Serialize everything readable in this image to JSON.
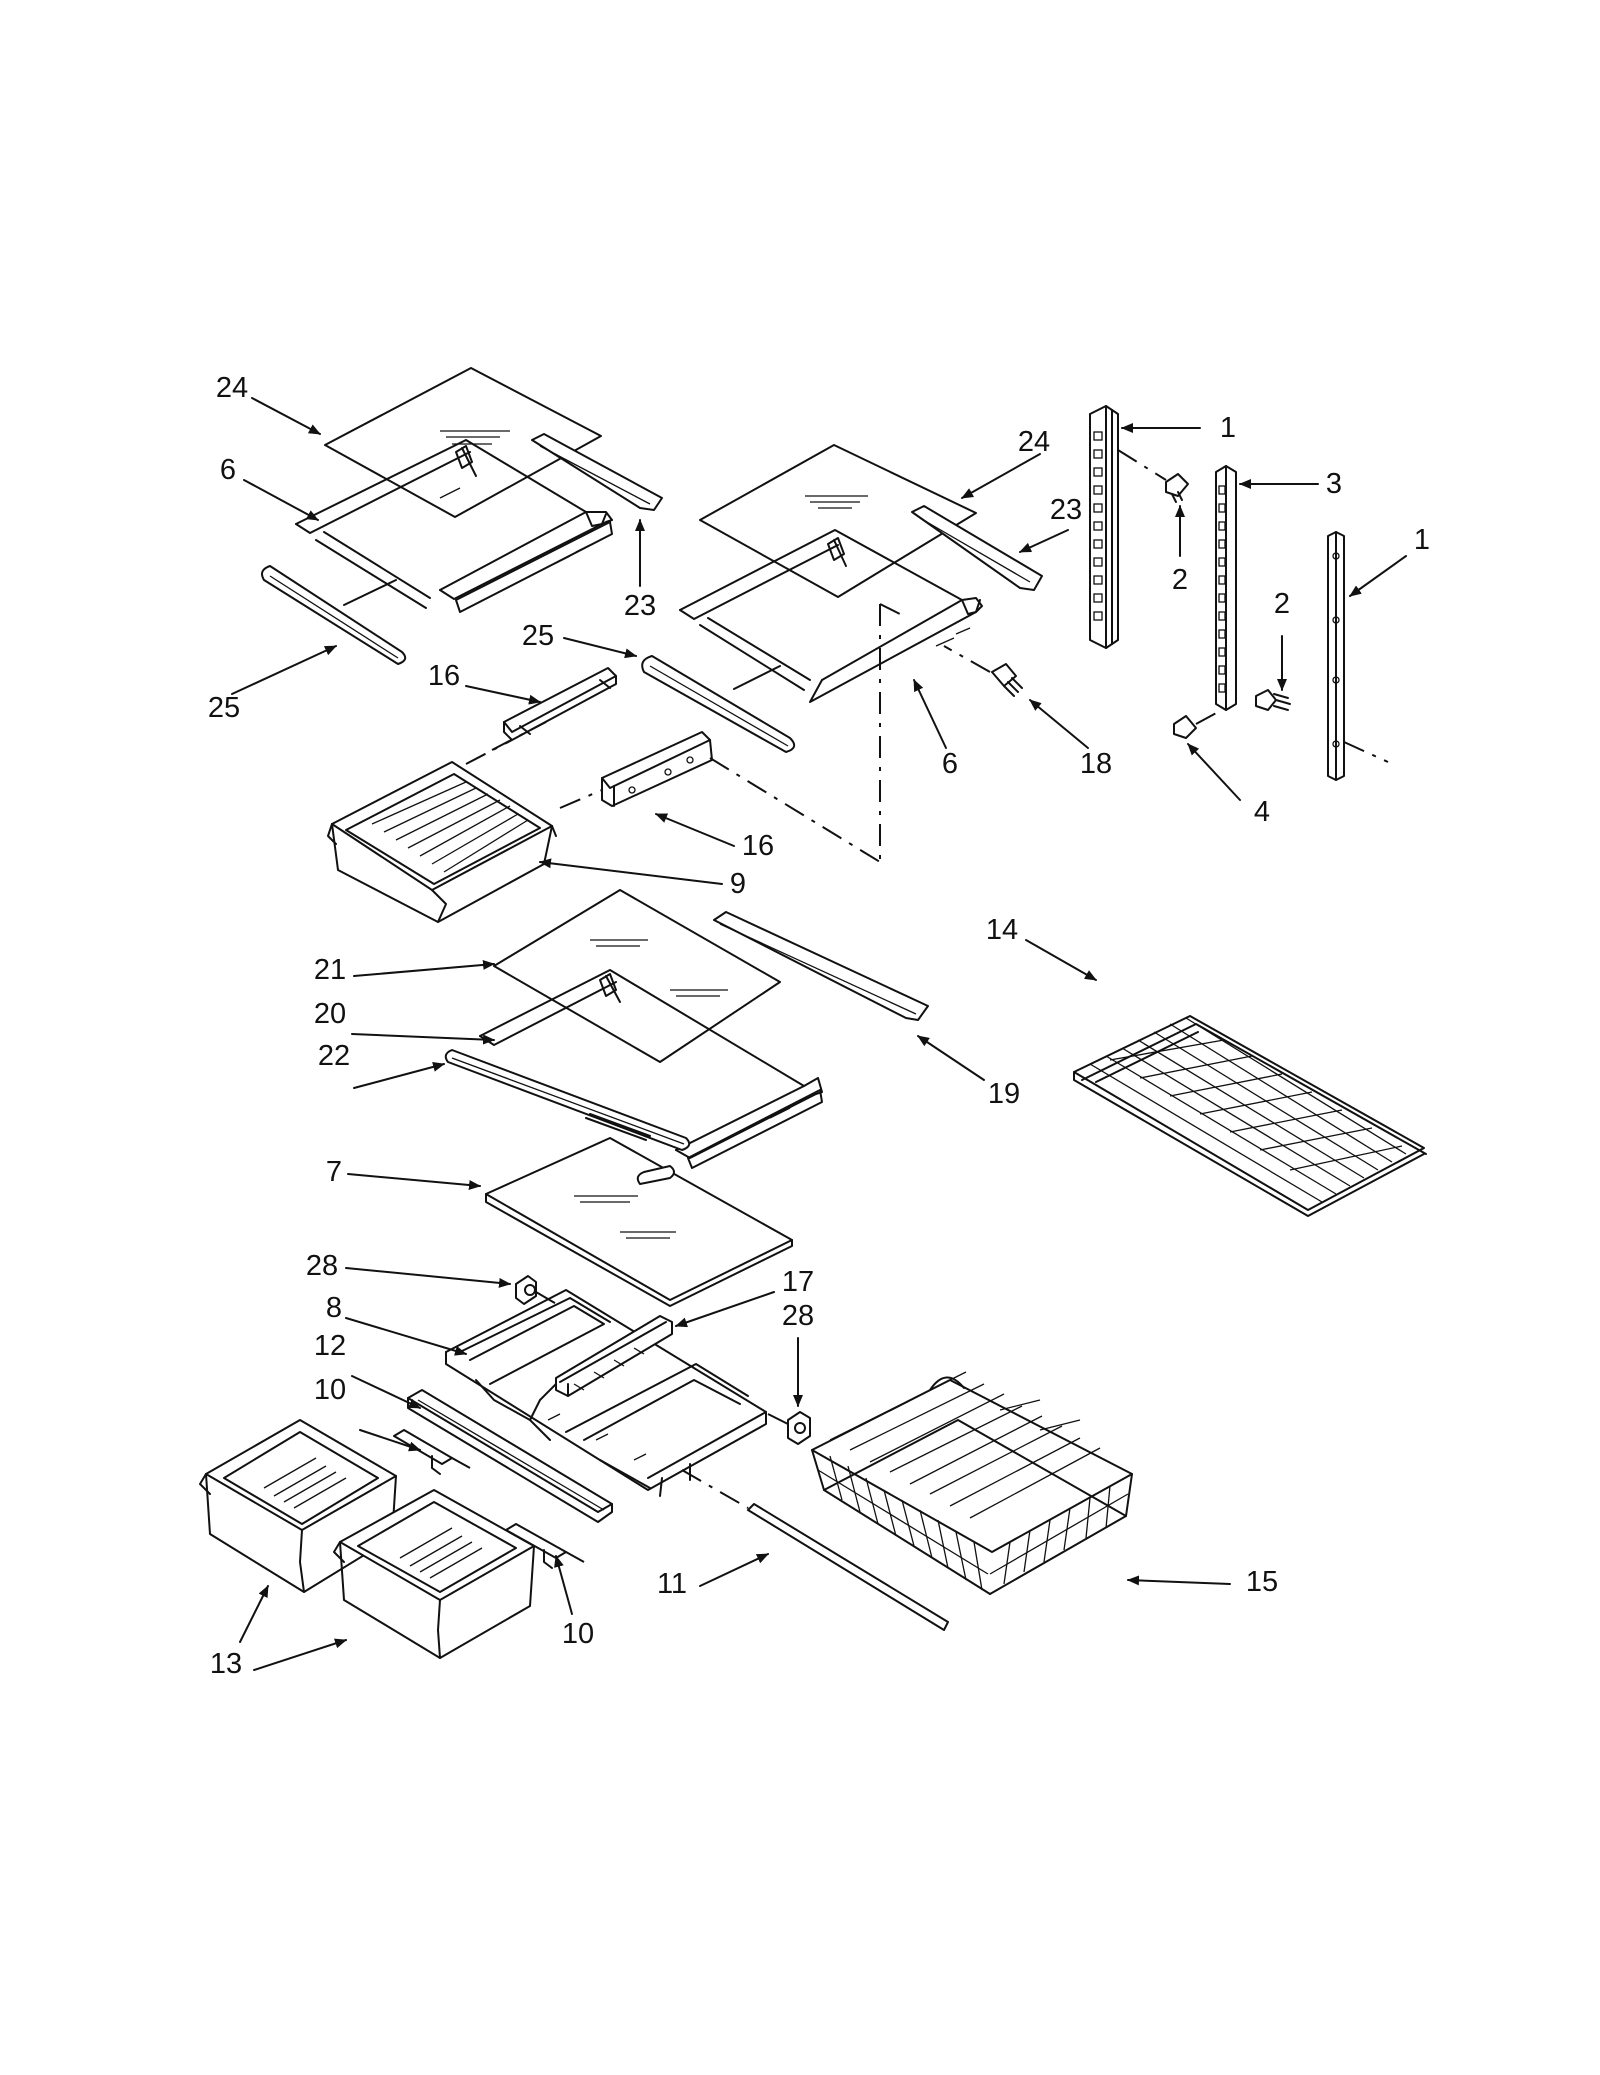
{
  "diagram": {
    "callouts": [
      {
        "id": "c24a",
        "text": "24"
      },
      {
        "id": "c6a",
        "text": "6"
      },
      {
        "id": "c25a",
        "text": "25"
      },
      {
        "id": "c23a",
        "text": "23"
      },
      {
        "id": "c24b",
        "text": "24"
      },
      {
        "id": "c23b",
        "text": "23"
      },
      {
        "id": "c25b",
        "text": "25"
      },
      {
        "id": "c16a",
        "text": "16"
      },
      {
        "id": "c6b",
        "text": "6"
      },
      {
        "id": "c18",
        "text": "18"
      },
      {
        "id": "c16b",
        "text": "16"
      },
      {
        "id": "c9",
        "text": "9"
      },
      {
        "id": "c1a",
        "text": "1"
      },
      {
        "id": "c3",
        "text": "3"
      },
      {
        "id": "c2a",
        "text": "2"
      },
      {
        "id": "c2b",
        "text": "2"
      },
      {
        "id": "c1b",
        "text": "1"
      },
      {
        "id": "c4",
        "text": "4"
      },
      {
        "id": "c14",
        "text": "14"
      },
      {
        "id": "c21",
        "text": "21"
      },
      {
        "id": "c20",
        "text": "20"
      },
      {
        "id": "c22",
        "text": "22"
      },
      {
        "id": "c19",
        "text": "19"
      },
      {
        "id": "c7",
        "text": "7"
      },
      {
        "id": "c28a",
        "text": "28"
      },
      {
        "id": "c17",
        "text": "17"
      },
      {
        "id": "c28b",
        "text": "28"
      },
      {
        "id": "c8",
        "text": "8"
      },
      {
        "id": "c12",
        "text": "12"
      },
      {
        "id": "c10a",
        "text": "10"
      },
      {
        "id": "c10b",
        "text": "10"
      },
      {
        "id": "c11",
        "text": "11"
      },
      {
        "id": "c15",
        "text": "15"
      },
      {
        "id": "c13",
        "text": "13"
      }
    ]
  }
}
